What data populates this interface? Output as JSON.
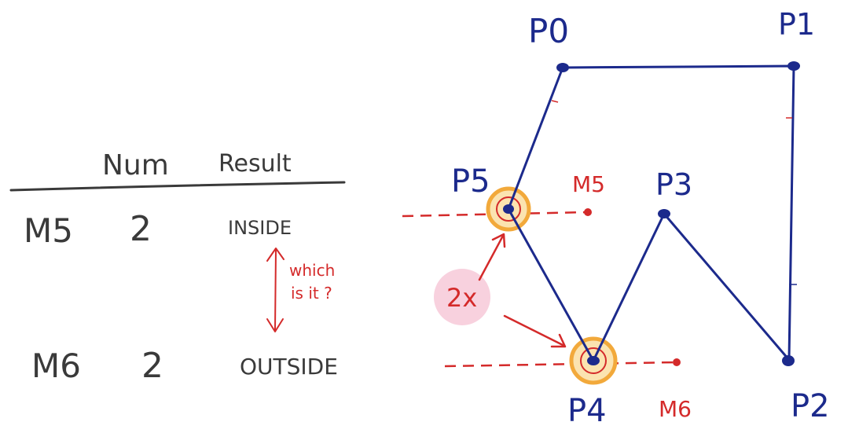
{
  "table": {
    "headers": [
      "Num",
      "Result"
    ],
    "rows": [
      {
        "label": "M5",
        "num": "2",
        "result": "INSIDE"
      },
      {
        "label": "M6",
        "num": "2",
        "result": "OUTSIDE"
      }
    ],
    "annotation": [
      "which",
      "is it ?"
    ]
  },
  "diagram": {
    "vertex_labels": [
      "P0",
      "P1",
      "P2",
      "P3",
      "P4",
      "P5"
    ],
    "test_point_labels": [
      "M5",
      "M6"
    ],
    "multiplicity_label": "2x"
  },
  "colors": {
    "polygon": "#1c2a8c",
    "annotation": "#d42a2a",
    "highlight_ring": "#f2a93b",
    "highlight_fill": "#fbe3b0",
    "badge": "#f7c9d8",
    "text": "#3a3a3a"
  }
}
